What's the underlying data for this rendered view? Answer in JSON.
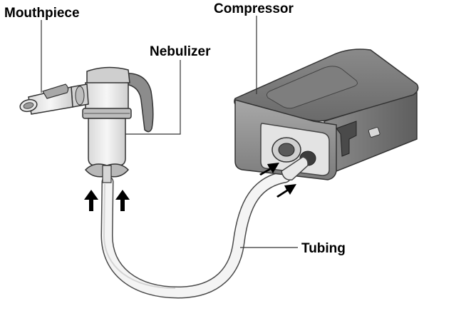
{
  "labels": {
    "mouthpiece": "Mouthpiece",
    "compressor": "Compressor",
    "nebulizer": "Nebulizer",
    "tubing": "Tubing"
  },
  "colors": {
    "outline": "#3a3a3a",
    "device_dark": "#6d6d6d",
    "device_mid": "#9a9a9a",
    "device_light": "#c9c9c9",
    "plastic": "#e6e6e6",
    "arrow": "#000000",
    "background": "#ffffff"
  }
}
